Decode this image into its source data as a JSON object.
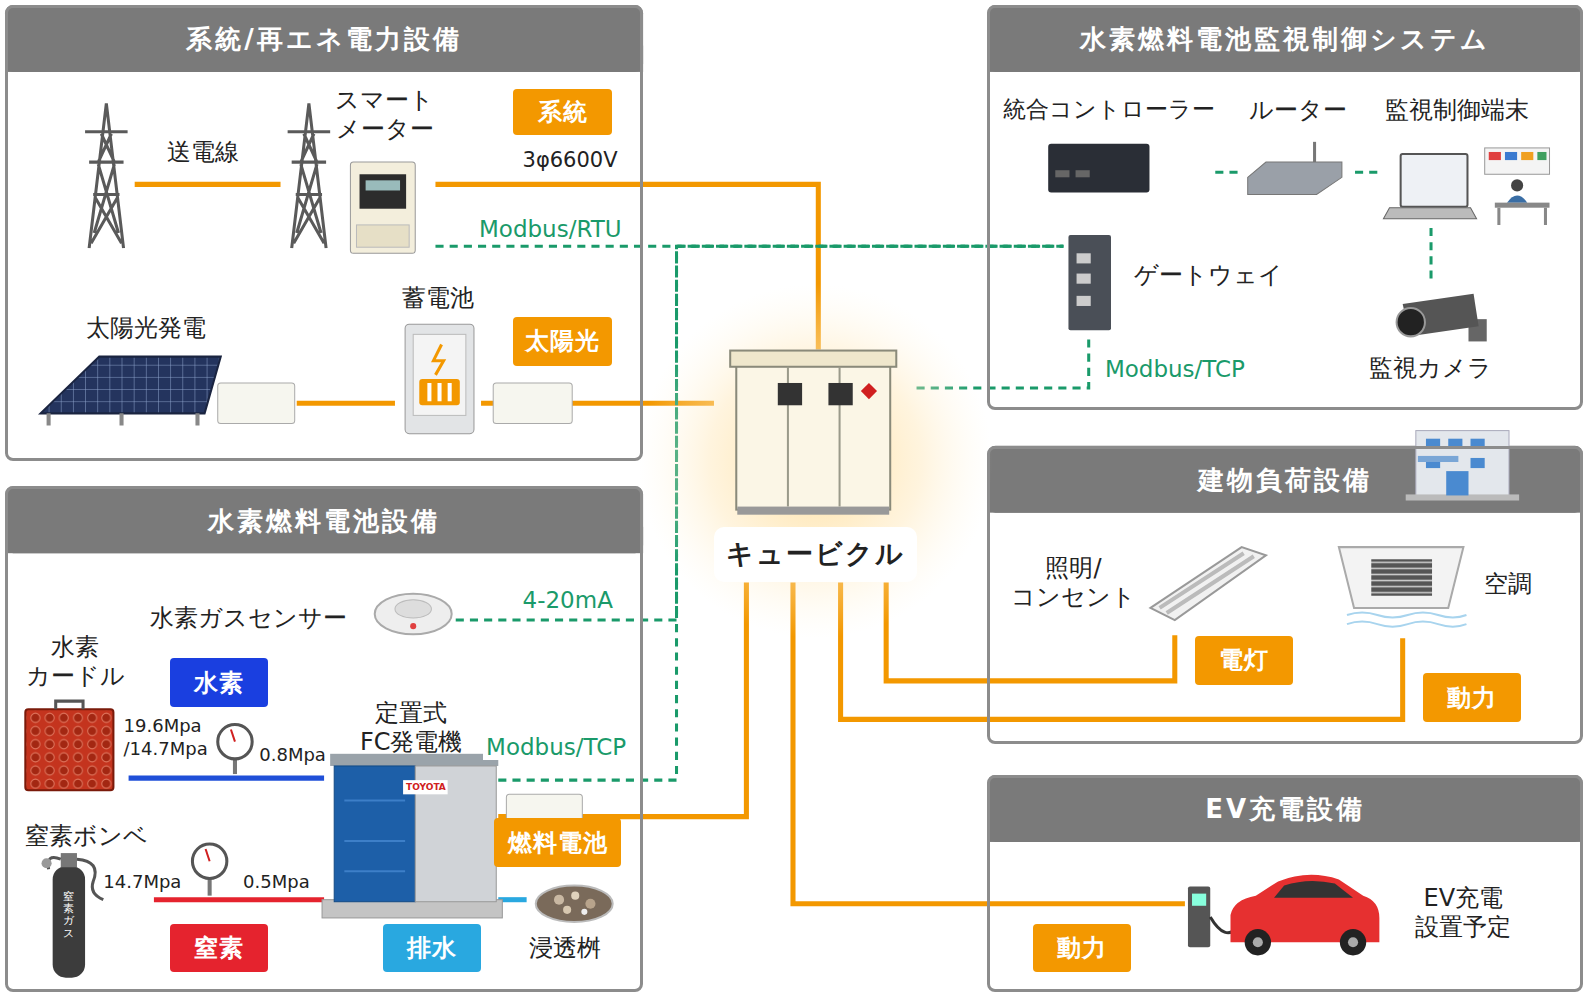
{
  "diagram": {
    "nodes": [
      {
        "text": [
          "系統/再エネ電力設備"
        ]
      },
      {
        "text": [
          "スマート メーター"
        ],
        "in": 0
      },
      {
        "text": [
          "系統"
        ],
        "in": 0
      },
      {
        "text": [
          "太陽光発電"
        ],
        "in": 0
      },
      {
        "text": [
          "蓄電池"
        ],
        "in": 0
      },
      {
        "text": [
          "太陽光"
        ],
        "in": 0
      },
      {
        "text": [
          "水素燃料電池監視制御システム"
        ]
      },
      {
        "text": [
          "統合コントローラー"
        ],
        "in": 6
      },
      {
        "text": [
          "ルーター"
        ],
        "in": 6
      },
      {
        "text": [
          "監視制御端末"
        ],
        "in": 6
      },
      {
        "text": [
          "ゲートウェイ"
        ],
        "in": 6
      },
      {
        "text": [
          "監視カメラ"
        ],
        "in": 6
      },
      {
        "text": [
          "キュービクル"
        ]
      },
      {
        "text": [
          "建物負荷設備"
        ]
      },
      {
        "text": [
          "照明/ コンセント"
        ],
        "in": 13
      },
      {
        "text": [
          "空調"
        ],
        "in": 13
      },
      {
        "text": [
          "電灯"
        ],
        "in": 13
      },
      {
        "text": [
          "動力"
        ],
        "in": 13
      },
      {
        "text": [
          "水素燃料電池設備"
        ]
      },
      {
        "text": [
          "水素ガスセンサー"
        ],
        "in": 18
      },
      {
        "text": [
          "水素 カードル"
        ],
        "in": 18
      },
      {
        "text": [
          "水素"
        ],
        "in": 18
      },
      {
        "text": [
          "定置式 FC発電機"
        ],
        "in": 18
      },
      {
        "text": [
          "燃料電池"
        ],
        "in": 18
      },
      {
        "text": [
          "窒素ボンベ"
        ],
        "in": 18
      },
      {
        "text": [
          "窒素"
        ],
        "in": 18
      },
      {
        "text": [
          "排水"
        ],
        "in": 18
      },
      {
        "text": [
          "浸透桝"
        ],
        "in": 18
      },
      {
        "text": [
          "EV充電設備"
        ]
      },
      {
        "text": [
          "EV充電 設置予定"
        ],
        "in": 28
      },
      {
        "text": [
          "動力"
        ],
        "in": 28
      }
    ],
    "edges": [
      {
        "from": 1,
        "to": 12,
        "arrow": "none",
        "label": "3φ6600V"
      },
      {
        "from": 1,
        "to": 10,
        "arrow": "none",
        "label": "Modbus/RTU"
      },
      {
        "from": 3,
        "to": 4,
        "arrow": "none"
      },
      {
        "from": 4,
        "to": 12,
        "arrow": "none"
      },
      {
        "from": 12,
        "to": 10,
        "arrow": "none",
        "label": "Modbus/TCP"
      },
      {
        "from": 7,
        "to": 8,
        "arrow": "none"
      },
      {
        "from": 8,
        "to": 9,
        "arrow": "none"
      },
      {
        "from": 9,
        "to": 11,
        "arrow": "none"
      },
      {
        "from": 19,
        "to": 10,
        "arrow": "none",
        "label": "4-20mA"
      },
      {
        "from": 22,
        "to": 10,
        "arrow": "none",
        "label": "Modbus/TCP"
      },
      {
        "from": 22,
        "to": 12,
        "arrow": "none"
      },
      {
        "from": 12,
        "to": 14,
        "arrow": "none"
      },
      {
        "from": 12,
        "to": 15,
        "arrow": "none"
      },
      {
        "from": 12,
        "to": 29,
        "arrow": "none"
      },
      {
        "from": 20,
        "to": 22,
        "arrow": "none"
      },
      {
        "from": 24,
        "to": 22,
        "arrow": "none"
      },
      {
        "from": 22,
        "to": 27,
        "arrow": "none"
      }
    ],
    "labels": [
      "送電線",
      "19.6Mpa /14.7Mpa",
      "0.8Mpa",
      "14.7Mpa",
      "0.5Mpa",
      "窒素ガス",
      "TOYOTA"
    ]
  }
}
